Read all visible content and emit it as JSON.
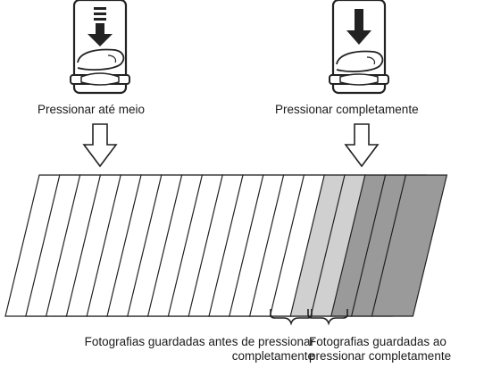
{
  "labels": {
    "half_press": "Pressionar até meio",
    "full_press": "Pressionar completamente"
  },
  "captions": {
    "before_line1": "Fotografias guardadas antes de pressionar",
    "before_line2": "completamente",
    "after_line1": "Fotografias guardadas ao",
    "after_line2": "pressionar completamente"
  },
  "icons": {
    "half_press_illustration": "finger-half-press-shutter-icon",
    "full_press_illustration": "finger-full-press-shutter-icon",
    "down_arrow": "hollow-down-arrow-icon"
  },
  "frames": {
    "count": 19,
    "fills": [
      "#ffffff",
      "#ffffff",
      "#ffffff",
      "#ffffff",
      "#ffffff",
      "#ffffff",
      "#ffffff",
      "#ffffff",
      "#ffffff",
      "#ffffff",
      "#ffffff",
      "#ffffff",
      "#ffffff",
      "#ffffff",
      "#d0d0d0",
      "#d0d0d0",
      "#9a9a9a",
      "#9a9a9a",
      "#9a9a9a"
    ]
  },
  "colors": {
    "stroke": "#222222",
    "light_frame": "#d0d0d0",
    "dark_frame": "#9a9a9a"
  }
}
